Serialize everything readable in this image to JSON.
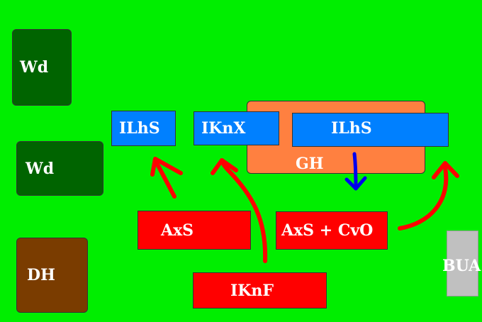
{
  "colors": {
    "background": "#00ee00",
    "dark_green": "#006400",
    "brown": "#7a3c00",
    "orange": "#ff8040",
    "blue": "#0080ff",
    "red": "#ff0000",
    "gray": "#c0c0c0",
    "arrow_red": "#ff0000",
    "arrow_blue": "#0000ee"
  },
  "blocks": {
    "wd_top": "Wd",
    "wd_middle": "Wd",
    "dh": "DH",
    "gh": "GH",
    "ilhs_left": "ILhS",
    "iknx": "IKnX",
    "ilhs_right": "ILhS",
    "axs": "AxS",
    "axs_cvo": "AxS + CvO",
    "iknf": "IKnF",
    "bua": "BUA"
  }
}
